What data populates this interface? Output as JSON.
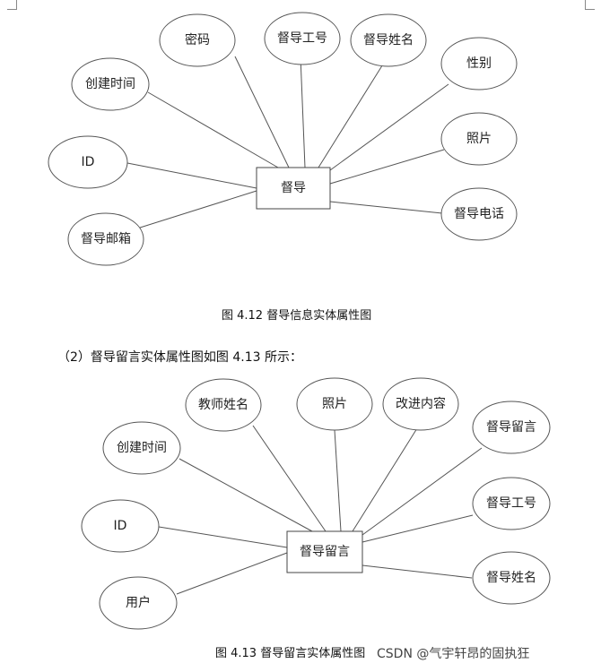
{
  "diagram1": {
    "entity": "督导",
    "attributes": [
      "密码",
      "督导工号",
      "督导姓名",
      "性别",
      "创建时间",
      "ID",
      "照片",
      "督导电话",
      "督导邮箱"
    ],
    "caption": "图 4.12  督导信息实体属性图"
  },
  "paragraph": "（2）督导留言实体属性图如图 4.13 所示：",
  "diagram2": {
    "entity": "督导留言",
    "attributes": [
      "教师姓名",
      "照片",
      "改进内容",
      "督导留言",
      "创建时间",
      "督导工号",
      "ID",
      "督导姓名",
      "用户"
    ],
    "caption": "图 4.13    督导留言实体属性图"
  },
  "watermark": "CSDN @气宇轩昂的固执狂"
}
